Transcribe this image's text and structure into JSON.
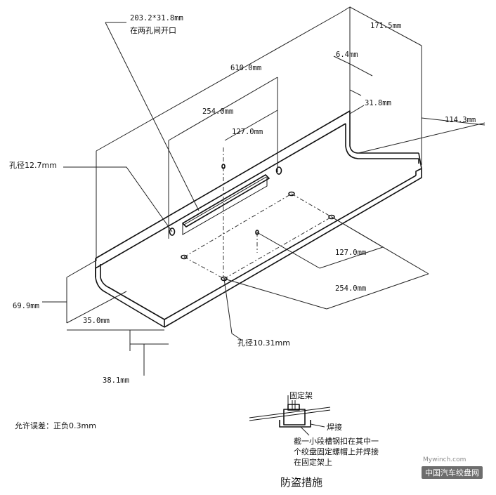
{
  "title": "防盗措施",
  "tolerance_note": "允许误差：正负0.3mm",
  "dimensions": {
    "slot_size": "203.2*31.8mm",
    "slot_note": "在两孔间开口",
    "length_610": "610.0mm",
    "span_254_top": "254.0mm",
    "span_127_top": "127.0mm",
    "height_171": "171.5mm",
    "thickness_6_4": "6.4mm",
    "lip_31_8": "31.8mm",
    "depth_114": "114.3mm",
    "hole_12_7": "孔径12.7mm",
    "height_69_9": "69.9mm",
    "offset_35": "35.0mm",
    "span_127_bottom": "127.0mm",
    "span_254_bottom": "254.0mm",
    "hole_10_31": "孔径10.31mm",
    "edge_38_1": "38.1mm"
  },
  "detail": {
    "bracket_label": "固定架",
    "weld_label": "焊接",
    "note_lines": [
      "截一小段槽钢扣在其中一",
      "个绞盘固定螺帽上并焊接",
      "在固定架上"
    ]
  },
  "watermark": {
    "site": "Mywinch.com",
    "brand": "中国汽车绞盘网"
  }
}
